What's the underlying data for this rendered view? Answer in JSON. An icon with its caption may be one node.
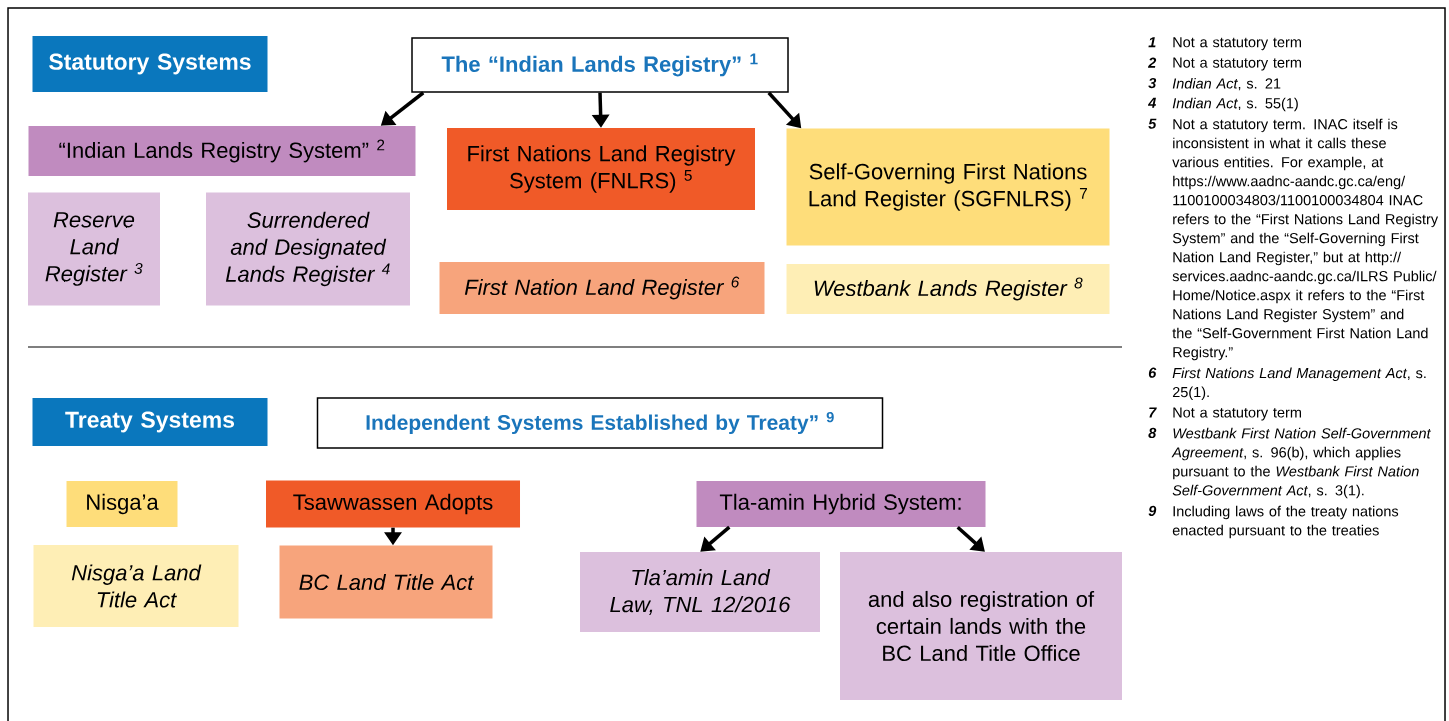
{
  "diagram": {
    "nodes": [
      {
        "text": [
          "Statutory Systems"
        ]
      },
      {
        "text": [
          "The “Indian Lands Registry” $^{1}$"
        ]
      },
      {
        "text": [
          "“Indian Lands Registry System” $^{2}$"
        ]
      },
      {
        "text": [
          "Reserve Land Register $^{3}$"
        ]
      },
      {
        "text": [
          "Surrendered and Designated Lands Register $^{4}$"
        ]
      },
      {
        "text": [
          "First Nations Land Registry System (FNLRS) $^{5}$"
        ]
      },
      {
        "text": [
          "First Nation Land Register $^{6}$"
        ]
      },
      {
        "text": [
          "Self-Governing First Nations Land Register (SGFNLRS) $^{7}$"
        ]
      },
      {
        "text": [
          "Westbank Lands Register $^{8}$"
        ]
      },
      {
        "text": [
          "Treaty Systems"
        ]
      },
      {
        "text": [
          "Independent Systems Established by Treaty” $^{9}$"
        ]
      },
      {
        "text": [
          "Nisga’a"
        ]
      },
      {
        "text": [
          "Nisga’a Land Title Act"
        ]
      },
      {
        "text": [
          "Tsawwassen Adopts"
        ]
      },
      {
        "text": [
          "BC Land Title Act"
        ]
      },
      {
        "text": [
          "Tla-amin Hybrid System:"
        ]
      },
      {
        "text": [
          "Tla’amin Land Law, TNL 12/2016"
        ]
      },
      {
        "text": [
          "and also registration of certain lands with the BC Land Title Office"
        ]
      }
    ],
    "edges": [
      {
        "from": 1,
        "to": 2,
        "arrow": "to"
      },
      {
        "from": 1,
        "to": 5,
        "arrow": "to"
      },
      {
        "from": 1,
        "to": 7,
        "arrow": "to"
      },
      {
        "from": 13,
        "to": 14,
        "arrow": "to"
      },
      {
        "from": 15,
        "to": 16,
        "arrow": "to"
      },
      {
        "from": 15,
        "to": 17,
        "arrow": "to"
      }
    ],
    "labels": [
      "1",
      "Not a statutory term",
      "2",
      "Not a statutory term",
      "3",
      "*Indian Act*, s. 21",
      "4",
      "*Indian Act*, s. 55(1)",
      "5",
      "Not a statutory term. INAC itself is inconsistent in what it calls these various entities. For example, at https://www.aadnc-aandc.gc.ca/eng/1100100034803/1100100034804 INAC refers to the “First Nations Land Registry System” and the “Self-Governing First Nation Land Register,” but at http://services.aadnc-aandc.gc.ca/ILRS Public/Home/Notice.aspx it refers to the “First Nations Land Register System” and the “Self-Government First Nation Land Registry.”",
      "6",
      "*First Nations Land Management Act*, s. 25(1).",
      "7",
      "Not a statutory term",
      "8",
      "*Westbank First Nation Self-Government Agreement*, s. 96(b), which applies pursuant to the *Westbank First Nation Self-Government Act*, s. 3(1).",
      "9",
      "Including laws of the treaty nations enacted pursuant to the treaties"
    ]
  }
}
